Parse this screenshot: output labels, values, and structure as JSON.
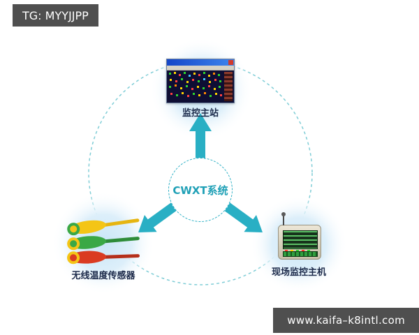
{
  "badges": {
    "top_left": "TG: MYYJJPP",
    "bottom_right": "www.kaifa–k8intl.com"
  },
  "diagram": {
    "center_label": "CWXT系统",
    "nodes": {
      "top": {
        "label": "监控主站",
        "icon": "scada-screenshot"
      },
      "left": {
        "label": "无线温度传感器",
        "icon": "wireless-temperature-sensors"
      },
      "right": {
        "label": "现场监控主机",
        "icon": "field-monitoring-host"
      }
    },
    "colors": {
      "arrow": "#29afc4",
      "dashed_ring": "#7fcdd6",
      "node_glow": "#c9e6f7",
      "label_text": "#1c2a4a",
      "center_text": "#1fa0b6",
      "badge_bg": "#4f4f4f",
      "badge_text": "#ffffff"
    }
  }
}
